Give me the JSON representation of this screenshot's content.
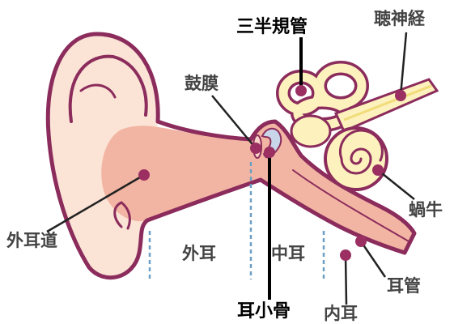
{
  "labels": {
    "semicircular_canals": "三半規管",
    "auditory_nerve": "聴神経",
    "eardrum": "鼓膜",
    "ear_canal": "外耳道",
    "outer_ear": "外耳",
    "middle_ear": "中耳",
    "cochlea": "蝸牛",
    "eustachian_tube": "耳管",
    "ossicles": "耳小骨",
    "inner_ear": "内耳"
  },
  "colors": {
    "outline": "#8b2c5c",
    "pinna": "#fbe3d6",
    "canal": "#f3b5a3",
    "inner": "#fdf1bd",
    "leader": "#222222",
    "dot": "#9b2f62",
    "divider": "#6d9fc4",
    "label": "#444444"
  }
}
